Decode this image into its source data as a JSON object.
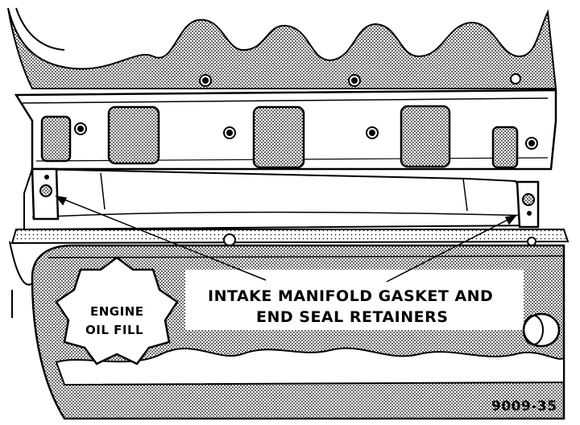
{
  "diagram": {
    "callout_line1": "INTAKE MANIFOLD GASKET AND",
    "callout_line2": "END SEAL RETAINERS",
    "cap_line1": "ENGINE",
    "cap_line2": "OIL FILL",
    "figure_number": "9009-35"
  },
  "colors": {
    "ink": "#000000",
    "paper": "#ffffff",
    "stipple": "#7a7a7a"
  }
}
